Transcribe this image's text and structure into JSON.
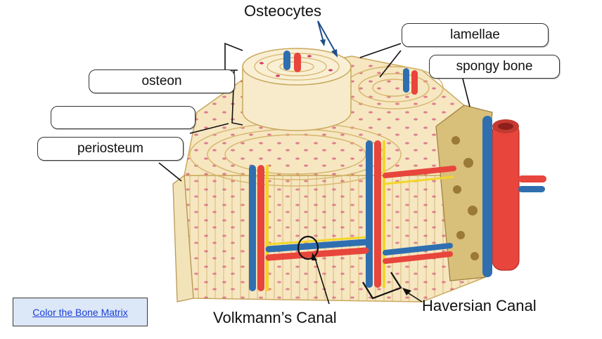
{
  "labels": {
    "osteocytes": "Osteocytes",
    "lamellae": "lamellae",
    "spongy_bone": "spongy bone",
    "osteon": "osteon",
    "blank": "",
    "periosteum": "periosteum",
    "volkmanns_canal": "Volkmann’s Canal",
    "haversian_canal": "Haversian Canal"
  },
  "link": {
    "text": "Color the Bone Matrix"
  },
  "colors": {
    "matrix": "#f6e7c1",
    "matrix_dark": "#e8d29a",
    "lamella_line": "#d6b56c",
    "osteocyte": "#d03a6a",
    "artery": "#e8453c",
    "vein": "#2f6fb0",
    "nerve": "#f1d62a",
    "spongy": "#b8944a",
    "arrow": "#1f4e8c"
  }
}
